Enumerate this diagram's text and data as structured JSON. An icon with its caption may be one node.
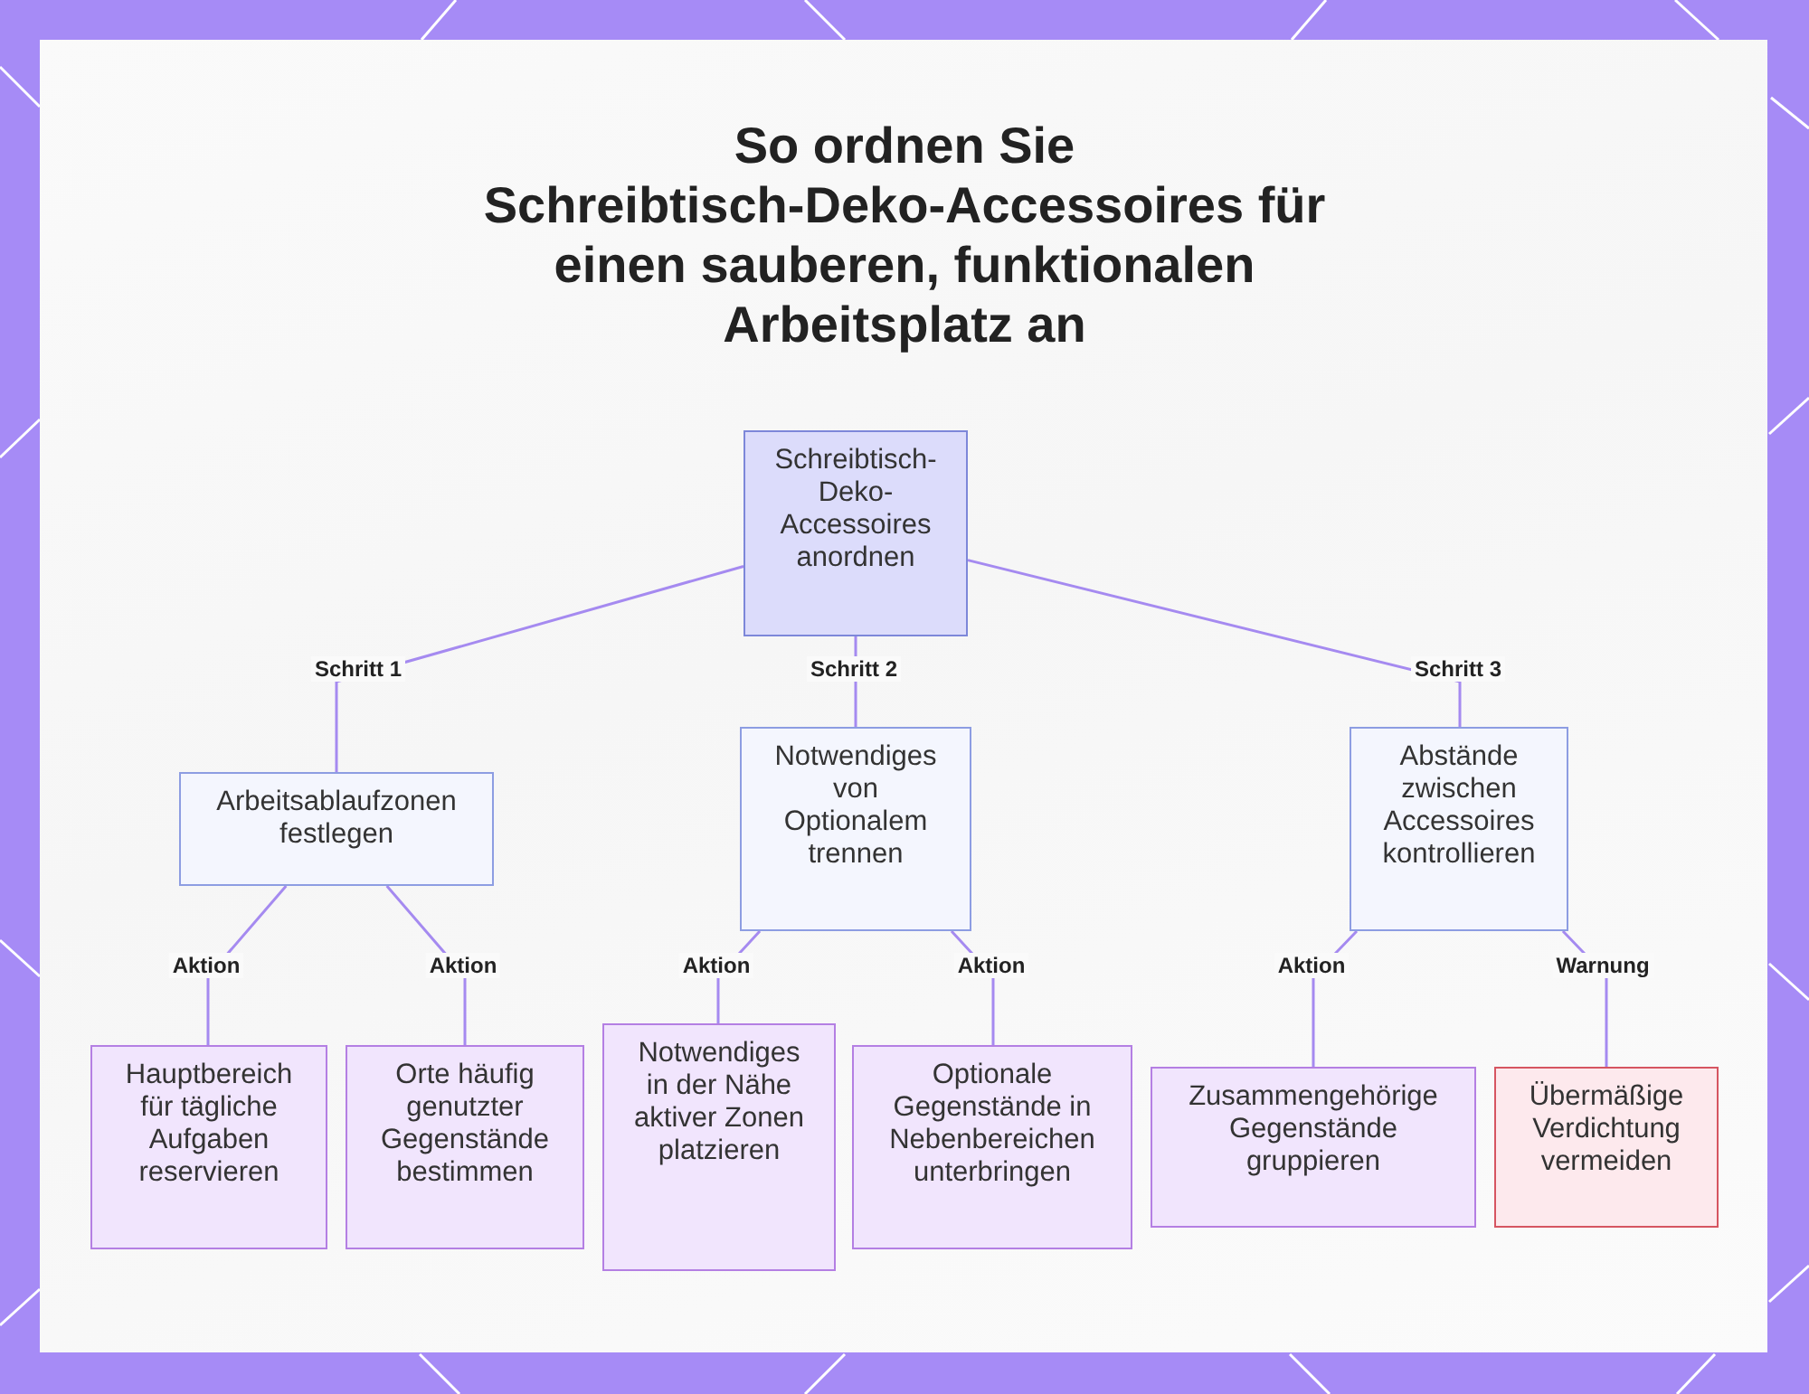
{
  "diagram": {
    "title": "So ordnen Sie Schreibtisch-Deko-Accessoires für einen sauberen, funktionalen Arbeitsplatz an",
    "nodes": [
      {
        "text": [
          "Schreibtisch-Deko-Accessoires anordnen"
        ]
      },
      {
        "text": [
          "Arbeitsablaufzonen festlegen"
        ]
      },
      {
        "text": [
          "Notwendiges von Optionalem trennen"
        ]
      },
      {
        "text": [
          "Abstände zwischen Accessoires kontrollieren"
        ]
      },
      {
        "text": [
          "Hauptbereich für tägliche Aufgaben reservieren"
        ]
      },
      {
        "text": [
          "Orte häufig genutzter Gegenstände bestimmen"
        ]
      },
      {
        "text": [
          "Notwendiges in der Nähe aktiver Zonen platzieren"
        ]
      },
      {
        "text": [
          "Optionale Gegenstände in Nebenbereichen unterbringen"
        ]
      },
      {
        "text": [
          "Zusammengehörige Gegenstände gruppieren"
        ]
      },
      {
        "text": [
          "Übermäßige Verdichtung vermeiden"
        ]
      }
    ],
    "edges": [
      {
        "from": 0,
        "to": 1,
        "arrow": "none",
        "label": "Schritt 1"
      },
      {
        "from": 0,
        "to": 2,
        "arrow": "none",
        "label": "Schritt 2"
      },
      {
        "from": 0,
        "to": 3,
        "arrow": "none",
        "label": "Schritt 3"
      },
      {
        "from": 1,
        "to": 4,
        "arrow": "none",
        "label": "Aktion"
      },
      {
        "from": 1,
        "to": 5,
        "arrow": "none",
        "label": "Aktion"
      },
      {
        "from": 2,
        "to": 6,
        "arrow": "none",
        "label": "Aktion"
      },
      {
        "from": 2,
        "to": 7,
        "arrow": "none",
        "label": "Aktion"
      },
      {
        "from": 3,
        "to": 8,
        "arrow": "none",
        "label": "Aktion"
      },
      {
        "from": 3,
        "to": 9,
        "arrow": "none",
        "label": "Warnung"
      }
    ]
  }
}
